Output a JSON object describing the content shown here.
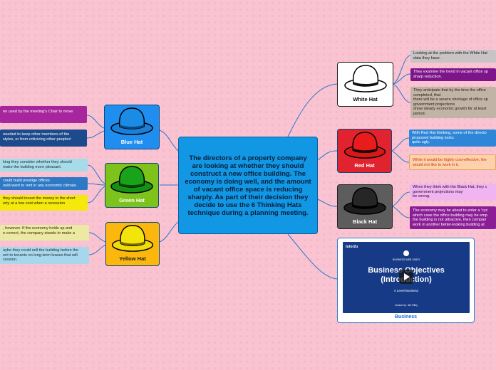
{
  "central": {
    "text": "The directors of a property company are looking at whether they should construct a new office building. The economy is doing well, and the amount of vacant office space is reducing sharply. As part of their decision they decide to use the 6 Thinking Hats technique during a planning meeting."
  },
  "hats": {
    "blue": {
      "label": "Blue Hat",
      "color": "#1b8ce6"
    },
    "green": {
      "label": "Green Hat",
      "color": "#18a31a"
    },
    "yellow": {
      "label": "Yellow Hat",
      "color": "#f3e40b"
    },
    "white": {
      "label": "White Hat",
      "color": "#ffffff"
    },
    "red": {
      "label": "Red Hat",
      "color": "#ea1b1b"
    },
    "black": {
      "label": "Black Hat",
      "color": "#1e1e1e"
    }
  },
  "notes": {
    "blue": [
      {
        "lines": [
          "en used by the meeting's Chair to move"
        ]
      },
      {
        "lines": [
          "needed to keep other members of the",
          "styles, or from criticizing other peoples'"
        ]
      }
    ],
    "green": [
      {
        "lines": [
          "king they consider whether they should",
          "make the building more pleasant."
        ]
      },
      {
        "lines": [
          "could build prestige offices",
          "ould want to rent in any economic climate."
        ]
      },
      {
        "lines": [
          "they should invest the money in the short",
          "erty at a low cost when a recession"
        ]
      }
    ],
    "yellow": [
      {
        "lines": [
          ", however. If the economy holds up and",
          "e correct, the company stands to make a",
          "."
        ]
      },
      {
        "lines": [
          "aybe they could sell the building before the",
          "ent to tenants on long-term leases that will",
          "cession."
        ]
      }
    ],
    "white": [
      {
        "lines": [
          "Looking at the problem with the White Hat",
          "data they have."
        ]
      },
      {
        "lines": [
          "They examine the trend in vacant office sp",
          "sharp reduction."
        ]
      },
      {
        "lines": [
          "They anticipate that by the time the office",
          "completed, that",
          "there will be a severe shortage of office sp",
          "government projections",
          "show steady economic growth for at least",
          "period."
        ]
      }
    ],
    "red": [
      {
        "lines": [
          "With Red Hat thinking, some of the directo",
          "proposed building looks",
          "quite ugly."
        ]
      },
      {
        "lines": [
          "While it would be highly cost-effective, the",
          "would not like to work in it."
        ]
      }
    ],
    "black": [
      {
        "lines": [
          "When they think with the Black Hat, they c",
          "government projections may",
          "be wrong."
        ]
      },
      {
        "lines": [
          "The economy may be about to enter a 'cyc",
          "which case the office building may be emp",
          "the building is not attractive, then compan",
          "work in another better-looking building at"
        ]
      }
    ]
  },
  "video": {
    "brand": "tutor2u",
    "tag": "BUSINESS WEB VIDEO",
    "title_line1": "Business Objectives",
    "title_line2": "(Introduction)",
    "subtitle": "A Level Business",
    "presenter": "Lesson by: Jim Riley",
    "label": "Business"
  }
}
